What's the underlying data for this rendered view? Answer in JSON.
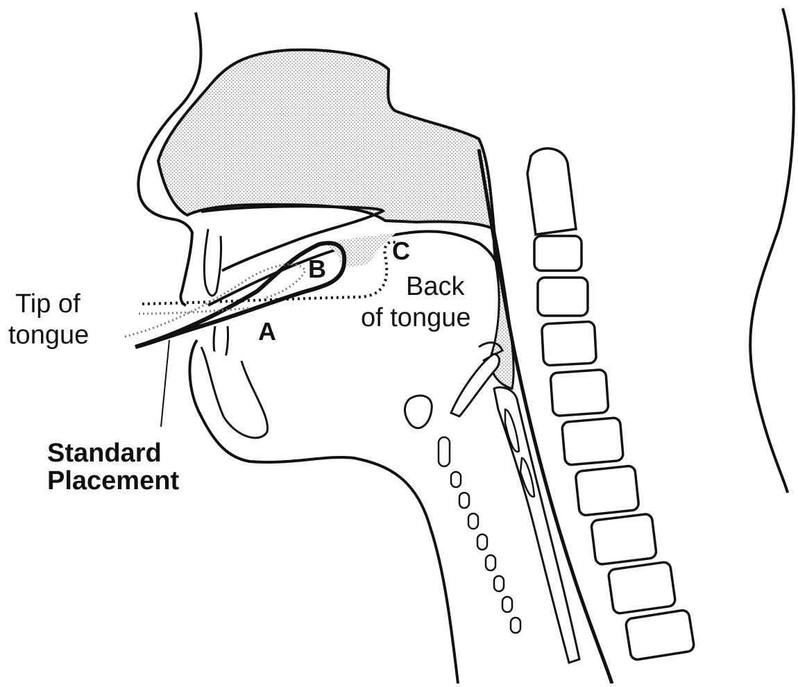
{
  "labels": {
    "tip_line1": "Tip of",
    "tip_line2": "tongue",
    "back_line1": "Back",
    "back_line2": "of tongue",
    "standard_line1": "Standard",
    "standard_line2": "Placement",
    "point_a": "A",
    "point_b": "B",
    "point_c": "C"
  },
  "colors": {
    "ink": "#111111",
    "stipple": "#b9b9b9",
    "paper": "#ffffff"
  }
}
